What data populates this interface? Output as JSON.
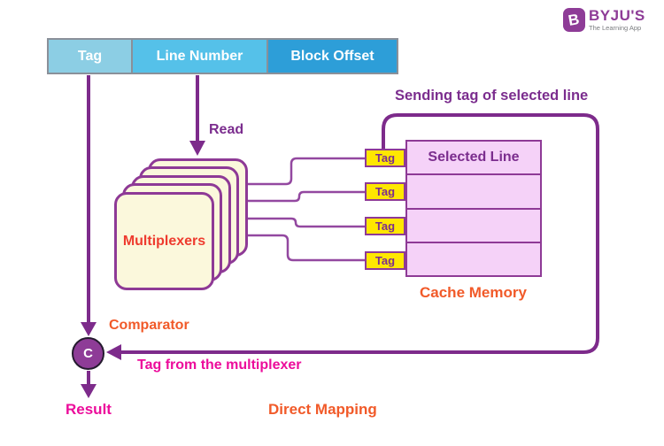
{
  "brand": {
    "name": "BYJU'S",
    "tagline": "The Learning App",
    "icon": "byjus-b-icon",
    "color": "#8e3c97"
  },
  "address": {
    "fields": [
      {
        "label": "Tag",
        "color": "#8ccee4"
      },
      {
        "label": "Line Number",
        "color": "#55c1e9"
      },
      {
        "label": "Block Offset",
        "color": "#2d9ed8"
      }
    ]
  },
  "diagram": {
    "title": "Direct Mapping",
    "read_label": "Read",
    "multiplexers_label": "Multiplexers",
    "sending_label": "Sending tag of selected line",
    "cache_label": "Cache Memory",
    "comparator_label": "Comparator",
    "comparator_symbol": "C",
    "tag_from_mux_label": "Tag from the multiplexer",
    "result_label": "Result",
    "cache_rows": [
      {
        "tag": "Tag",
        "content": "Selected Line"
      },
      {
        "tag": "Tag",
        "content": ""
      },
      {
        "tag": "Tag",
        "content": ""
      },
      {
        "tag": "Tag",
        "content": ""
      }
    ]
  },
  "colors": {
    "arrow_purple": "#7d2b8b",
    "border_purple": "#8e3a96",
    "connector_purple": "#9348a0",
    "label_purple": "#7b2d8e",
    "magenta": "#ec0c9b",
    "orange": "#f15a29",
    "red": "#ee3b2e",
    "tag_yellow": "#ffe700",
    "cache_pink": "#f5d2f8",
    "mux_cream": "#fbf8dc",
    "blue_light": "#8ccee4",
    "blue_mid": "#55c1e9",
    "blue_dark": "#2d9ed8"
  }
}
